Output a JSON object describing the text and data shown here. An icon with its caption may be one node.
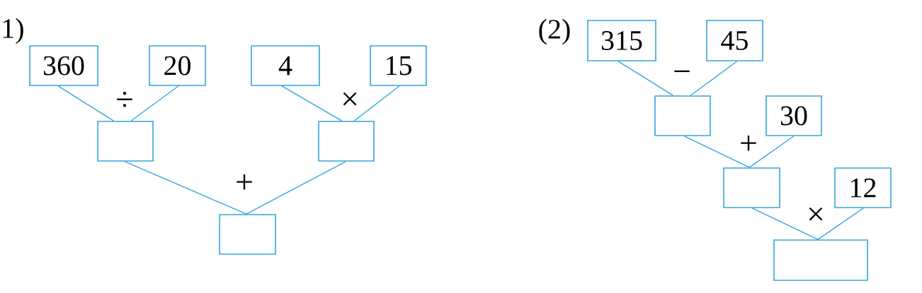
{
  "diagram": {
    "nodes": [
      {
        "text": [
          "360"
        ]
      },
      {
        "text": [
          "20"
        ]
      },
      {
        "text": [
          "4"
        ]
      },
      {
        "text": [
          "15"
        ]
      },
      {
        "text": [],
        "shape": "box"
      },
      {
        "text": [],
        "shape": "box"
      },
      {
        "text": [],
        "shape": "box"
      },
      {
        "text": [
          "315"
        ]
      },
      {
        "text": [
          "45"
        ]
      },
      {
        "text": [],
        "shape": "box"
      },
      {
        "text": [
          "30"
        ]
      },
      {
        "text": [],
        "shape": "box"
      },
      {
        "text": [
          "12"
        ]
      },
      {
        "text": [],
        "shape": "box"
      }
    ],
    "edges": [
      {
        "from": 0,
        "to": 4,
        "arrow": "none"
      },
      {
        "from": 1,
        "to": 4,
        "arrow": "none"
      },
      {
        "from": 2,
        "to": 5,
        "arrow": "none"
      },
      {
        "from": 3,
        "to": 5,
        "arrow": "none"
      },
      {
        "from": 4,
        "to": 6,
        "arrow": "none"
      },
      {
        "from": 5,
        "to": 6,
        "arrow": "none"
      },
      {
        "from": 7,
        "to": 9,
        "arrow": "none"
      },
      {
        "from": 8,
        "to": 9,
        "arrow": "none"
      },
      {
        "from": 9,
        "to": 11,
        "arrow": "none"
      },
      {
        "from": 10,
        "to": 11,
        "arrow": "none"
      },
      {
        "from": 11,
        "to": 13,
        "arrow": "none"
      },
      {
        "from": 12,
        "to": 13,
        "arrow": "none"
      }
    ],
    "labels": [
      "1)",
      "÷",
      "×",
      "+",
      "(2)",
      "−",
      "+",
      "×"
    ]
  }
}
